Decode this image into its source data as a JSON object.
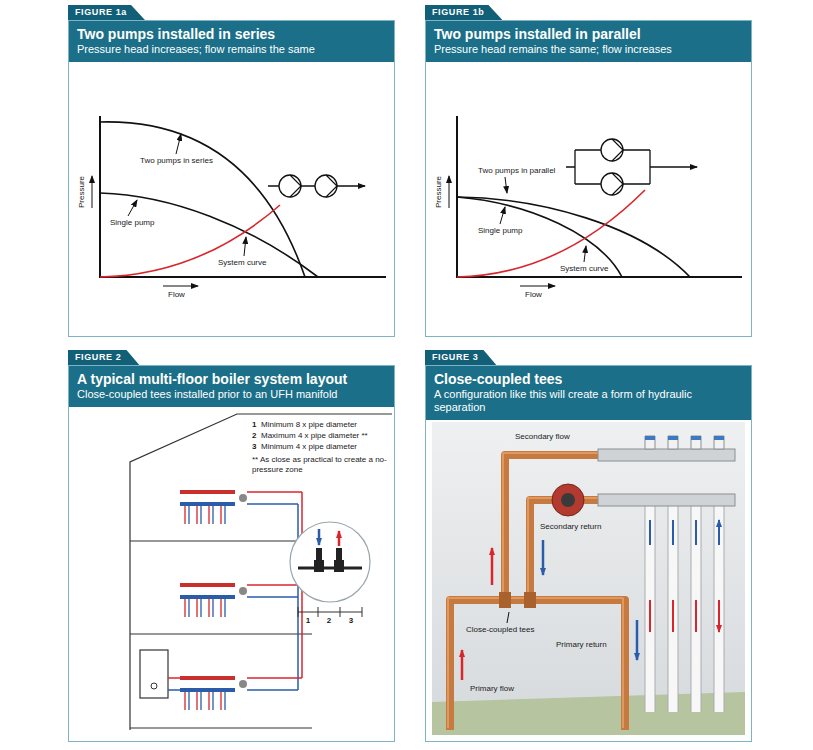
{
  "diagram": {
    "nodes": [
      {
        "text": [
          "FIGURE 1a",
          "Two pumps installed in series",
          "Pressure head increases; flow remains the same"
        ]
      },
      {
        "text": [
          "FIGURE 1b",
          "Two pumps installed in parallel",
          "Pressure head remains the same; flow increases"
        ]
      },
      {
        "text": [
          "FIGURE 2",
          "A typical multi-floor boiler system layout",
          "Close-coupled tees installed prior to an UFH manifold"
        ]
      },
      {
        "text": [
          "FIGURE 3",
          "Close-coupled tees",
          "A configuration like this will create a form of hydraulic separation"
        ]
      }
    ],
    "labels": [
      "Two pumps in series",
      "Single pump",
      "System curve",
      "Pressure",
      "Flow",
      "Two pumps in parallel",
      "Single pump",
      "System curve",
      "Pressure",
      "Flow",
      "1",
      "Minimum 8 x pipe diameter",
      "2",
      "Maximum 4 x pipe diameter **",
      "3",
      "Minimum 4 x pipe diameter",
      "** As close as practical to create a no-pressure zone",
      "1",
      "2",
      "3",
      "Secondary flow",
      "Secondary return",
      "Close-coupled tees",
      "Primary return",
      "Primary flow"
    ]
  }
}
